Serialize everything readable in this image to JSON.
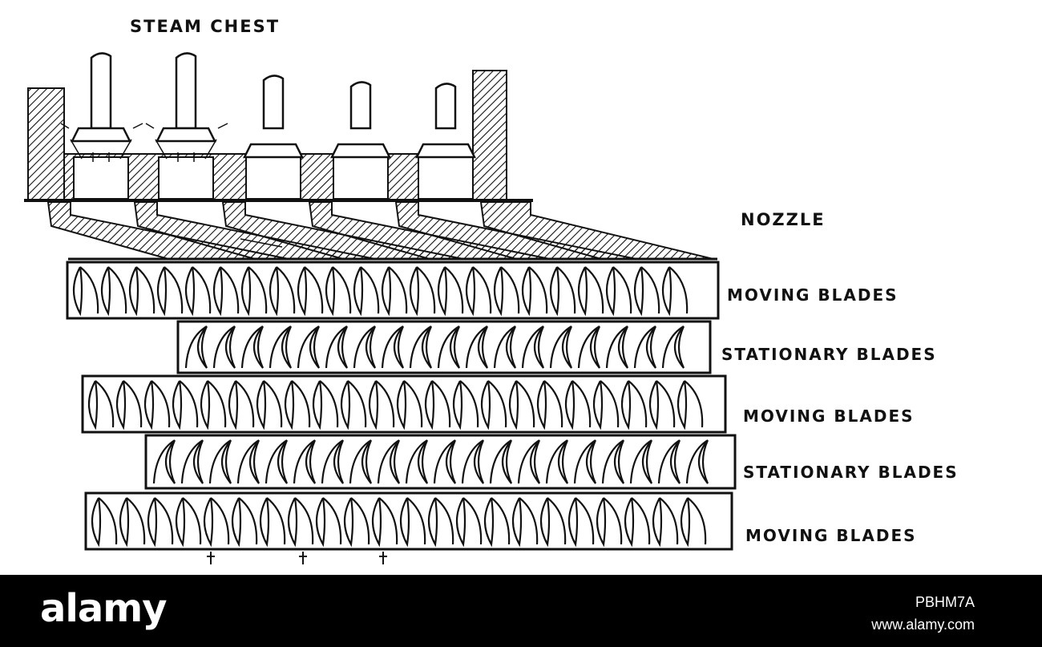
{
  "labels": {
    "steam_chest": "STEAM CHEST",
    "nozzle": "NOZZLE",
    "rows": [
      "MOVING BLADES",
      "STATIONARY BLADES",
      "MOVING BLADES",
      "STATIONARY BLADES",
      "MOVING BLADES"
    ]
  },
  "footer": {
    "logo": "alamy",
    "image_id": "PBHM7A",
    "site": "www.alamy.com"
  },
  "colors": {
    "ink": "#111111",
    "paper": "#ffffff",
    "footer_bg": "#000000",
    "footer_text": "#ffffff"
  }
}
